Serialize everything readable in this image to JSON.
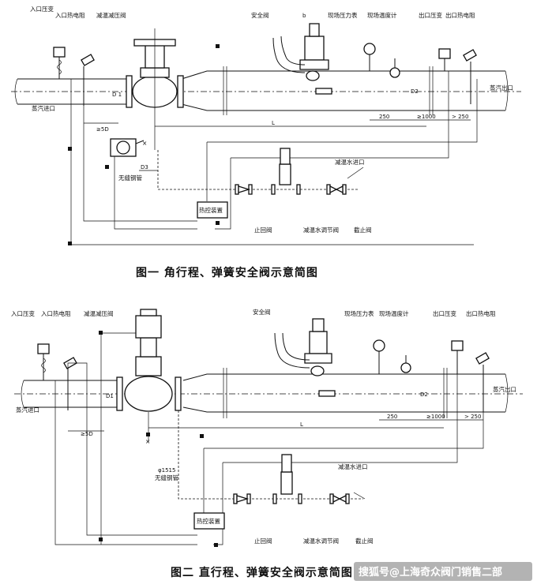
{
  "figure1": {
    "caption": "图一   角行程、弹簧安全阀示意简图",
    "labels": {
      "inlet_pressure": "入口压变",
      "inlet_thermo": "入口热电阻",
      "reducing_valve": "减温减压阀",
      "safety_valve": "安全阀",
      "field_pressure": "现场压力表",
      "field_temp": "现场温度计",
      "outlet_pressure": "出口压变",
      "outlet_thermo": "出口热电阻",
      "steam_in": "蒸汽进口",
      "steam_out": "蒸汽出口",
      "water_in": "减温水进口",
      "seamless": "无缝钢管",
      "controller": "热控装置",
      "check_valve": "止回阀",
      "regulating_valve": "减温水调节阀",
      "stop_valve": "截止阀"
    },
    "dims": {
      "d1": "D 1",
      "d2": "D2",
      "d3": "D3",
      "b": "b",
      "l": "L",
      "ge5d": "≥5D",
      "d250": "250",
      "ge1000": "≥1000",
      "gt250": "> 250"
    }
  },
  "figure2": {
    "caption": "图二   直行程、弹簧安全阀示意简图",
    "labels": {
      "inlet_pressure": "入口压变",
      "inlet_thermo": "入口热电阻",
      "reducing_valve": "减温减压阀",
      "safety_valve": "安全阀",
      "field_pressure": "现场压力表",
      "field_temp": "现场温度计",
      "outlet_pressure": "出口压变",
      "outlet_thermo": "出口热电阻",
      "steam_in": "蒸汽进口",
      "steam_out": "蒸汽出口",
      "water_in": "减温水进口",
      "pipe_size": "φ1515",
      "seamless": "无缝钢管",
      "controller": "热控装置",
      "check_valve": "止回阀",
      "regulating_valve": "减温水调节阀",
      "stop_valve": "截止阀"
    },
    "dims": {
      "d1": "D1",
      "d2": "D2",
      "l": "L",
      "ge5d": "≥5D",
      "d250": "250",
      "ge1000": "≥1000",
      "gt250": "> 250"
    }
  },
  "watermark": "搜狐号@上海奇众阀门销售二部"
}
